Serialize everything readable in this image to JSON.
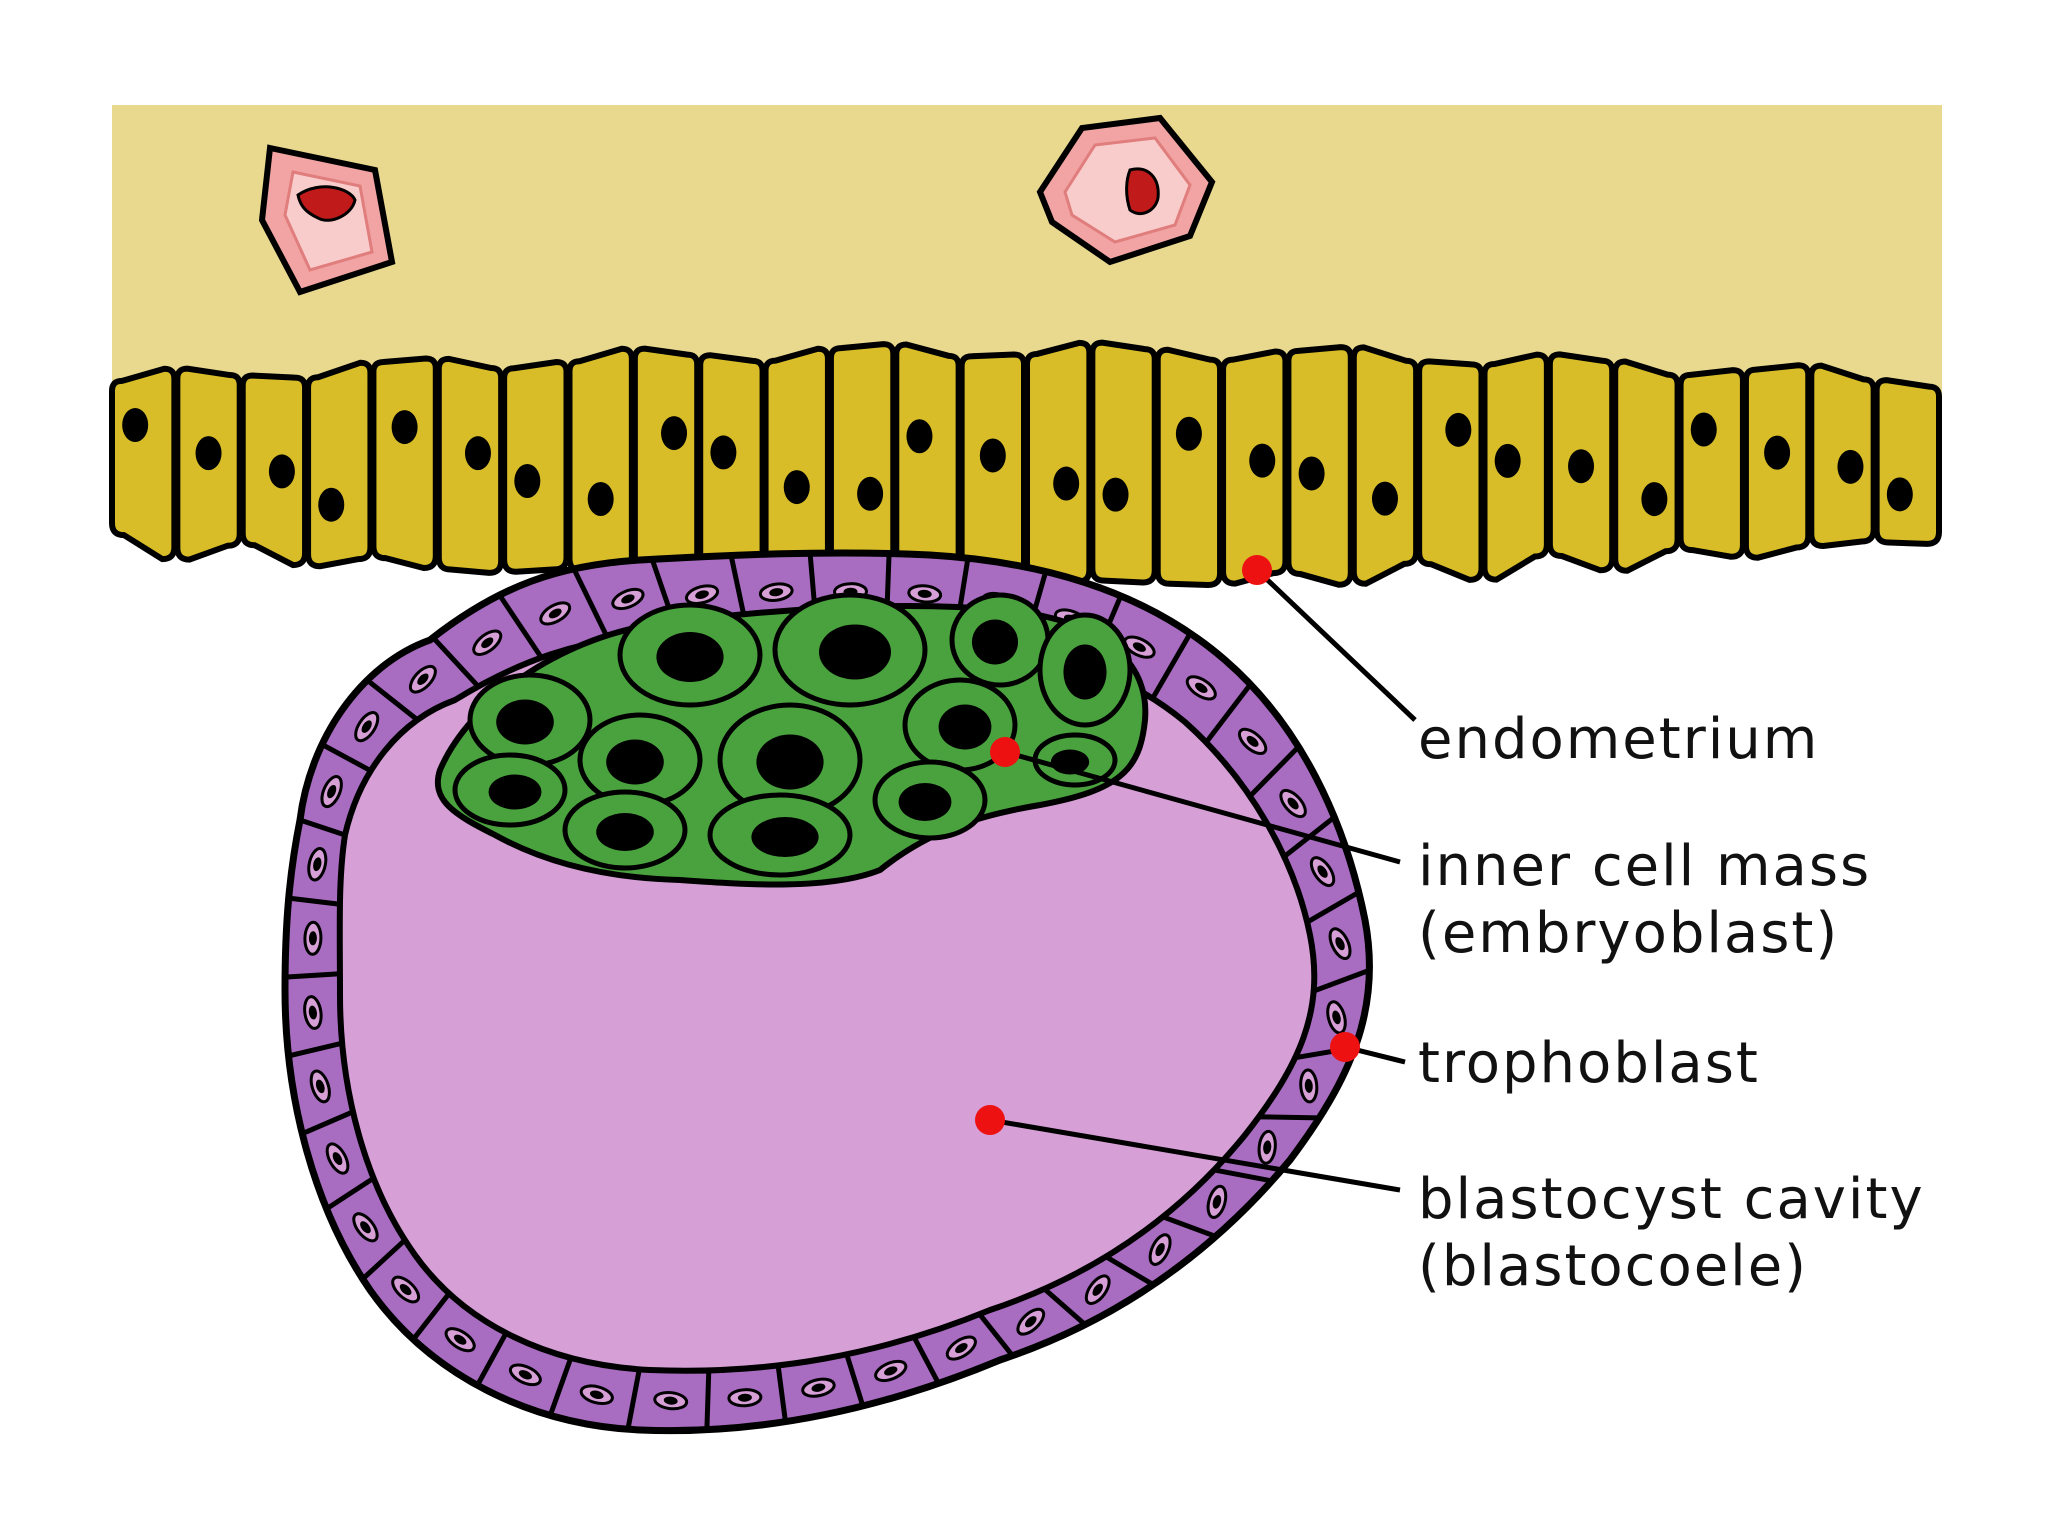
{
  "colors": {
    "background": "#ffffff",
    "stroma": "#e8d98e",
    "epithelium": "#d8bd28",
    "outline": "#000000",
    "trophoblast": "#a86cc0",
    "cavity": "#d69fd6",
    "inner_cell_mass": "#4aa23e",
    "vessel_outer": "#f2a3a3",
    "vessel_inner": "#f9cccc",
    "blood": "#c01a1a",
    "marker": "#ee1111"
  },
  "labels": {
    "endometrium": "endometrium",
    "inner_cell_mass_line1": "inner cell mass",
    "inner_cell_mass_line2": "(embryoblast)",
    "trophoblast": "trophoblast",
    "cavity_line1": "blastocyst cavity",
    "cavity_line2": "(blastocoele)"
  }
}
